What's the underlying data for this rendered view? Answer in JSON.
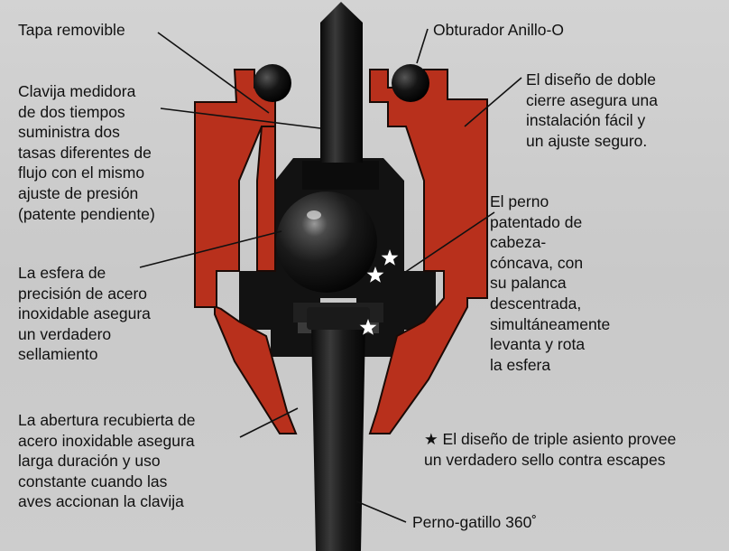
{
  "labels": {
    "tapa": "Tapa removible",
    "clavija": [
      "Clavija medidora",
      "de dos tiempos",
      "suministra dos",
      "tasas diferentes de",
      "flujo con el mismo",
      "ajuste de presión",
      "(patente pendiente)"
    ],
    "esfera": [
      "La esfera de",
      "precisión de acero",
      "inoxidable asegura",
      "un verdadero",
      "sellamiento"
    ],
    "abertura": [
      "La abertura recubierta de",
      "acero inoxidable asegura",
      "larga duración y uso",
      "constante cuando las",
      "aves accionan la clavija"
    ],
    "obturador": "Obturador Anillo-O",
    "diseno": [
      "El diseño de doble",
      "cierre asegura una",
      "instalación fácil y",
      "un ajuste seguro."
    ],
    "perno": [
      "El perno",
      "patentado de",
      "cabeza-",
      "cóncava, con",
      "su palanca",
      "descentrada,",
      "simultáneamente",
      "levanta y rota",
      "la esfera"
    ],
    "triple": [
      "★ El diseño de triple asiento provee",
      "un verdadero sello contra escapes"
    ],
    "gatillo": "Perno-gatillo 360˚"
  },
  "colors": {
    "housing_red": "#b8301c",
    "steel_dark": "#111111",
    "background": "#cfcfcf"
  }
}
